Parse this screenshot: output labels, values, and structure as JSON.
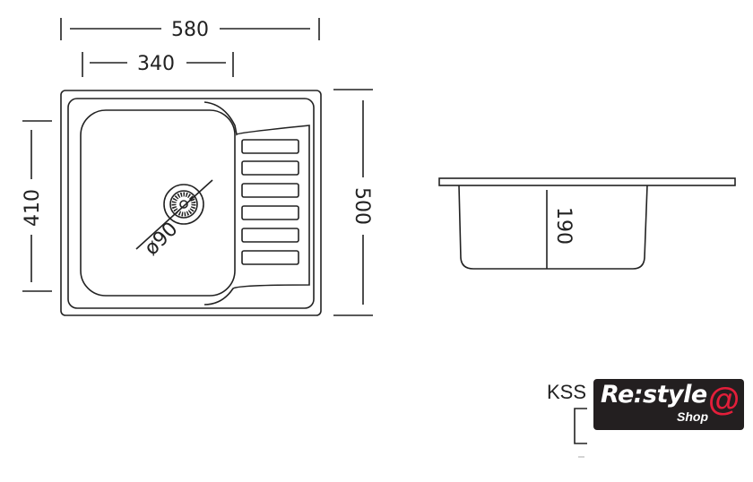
{
  "top_view": {
    "overall_width": "580",
    "bowl_width": "340",
    "bowl_depth_length": "410",
    "overall_length": "500",
    "drain_diameter": "ø90"
  },
  "side_view": {
    "bowl_depth": "190"
  },
  "model_code_partial": "KSS",
  "logo": {
    "brand": "Re:style",
    "sub": "Shop",
    "accent_color": "#e31e3a"
  }
}
